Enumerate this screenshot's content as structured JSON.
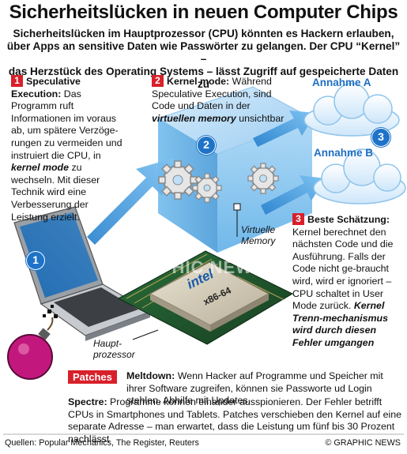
{
  "title": "Sicherheitslücken in neuen Computer Chips",
  "subtitle_lines": [
    "Sicherheitslücken im Hauptprozessor (CPU) könnten es Hackern erlauben,",
    "über Apps an sensitive Daten wie Passwörter zu gelangen. Der CPU “Kernel” –",
    "das Herzstück des Operating Systems – lässt Zugriff auf gespeicherte Daten zu"
  ],
  "step1": {
    "num": "1",
    "heading_a": "Speculative",
    "heading_b": "Execution:",
    "text_a": "Das Programm ruft Informationen im voraus ab, um spätere Verzöge-rungen zu vermeiden und instruiert die CPU, in",
    "kernel_mode": "kernel mode",
    "text_b": "zu wechseln. Mit dieser Technik wird eine Verbesserung der Leistung erzielt."
  },
  "step2": {
    "num": "2",
    "heading": "Kernel mode:",
    "text_a": "Während Speculative Execution, sind Code und Daten in der",
    "virt_mem": "virtuellen memory",
    "text_b": "unsichtbar"
  },
  "step3": {
    "num": "3",
    "heading": "Beste Schätzung:",
    "text_a": "Kernel berechnet den nächsten Code und die Ausführung. Falls der Code nicht ge-braucht wird, wird er ignoriert – CPU schaltet in User Mode zurück.",
    "text_b": "Kernel Trenn-mechanismus wird durch diesen Fehler umgangen"
  },
  "annahme_a": "Annahme A",
  "annahme_b": "Annahme B",
  "circle_labels": [
    "1",
    "2",
    "3"
  ],
  "virtuelle_memory": "Virtuelle Memory",
  "hauptprozessor": "Haupt-prozessor",
  "chip": {
    "brand": "intel",
    "arch": "x86-64"
  },
  "watermark": "GRAPHIC NEWS",
  "patches": {
    "badge": "Patches",
    "meltdown_label": "Meltdown:",
    "meltdown_text": "Wenn Hacker auf Programme und Speicher mit ihrer Software zugreifen, können sie Passworte ud Login stehlen. Abhilfe mit Updates.",
    "spectre_label": "Spectre:",
    "spectre_text": "Programme können einander ausspionieren. Der Fehler betrifft CPUs in Smartphones und Tablets. Patches verschieben den Kernel auf eine separate Adresse – man erwartet, dass die Leistung um fünf bis 30 Prozent nachlässt"
  },
  "footer": {
    "sources": "Quellen: Popular Mechanics, The Register, Reuters",
    "credit": "© GRAPHIC NEWS"
  },
  "colors": {
    "accent_red": "#d8202a",
    "accent_blue": "#1e73c8",
    "arrow_blue": "#4aa3e6"
  }
}
